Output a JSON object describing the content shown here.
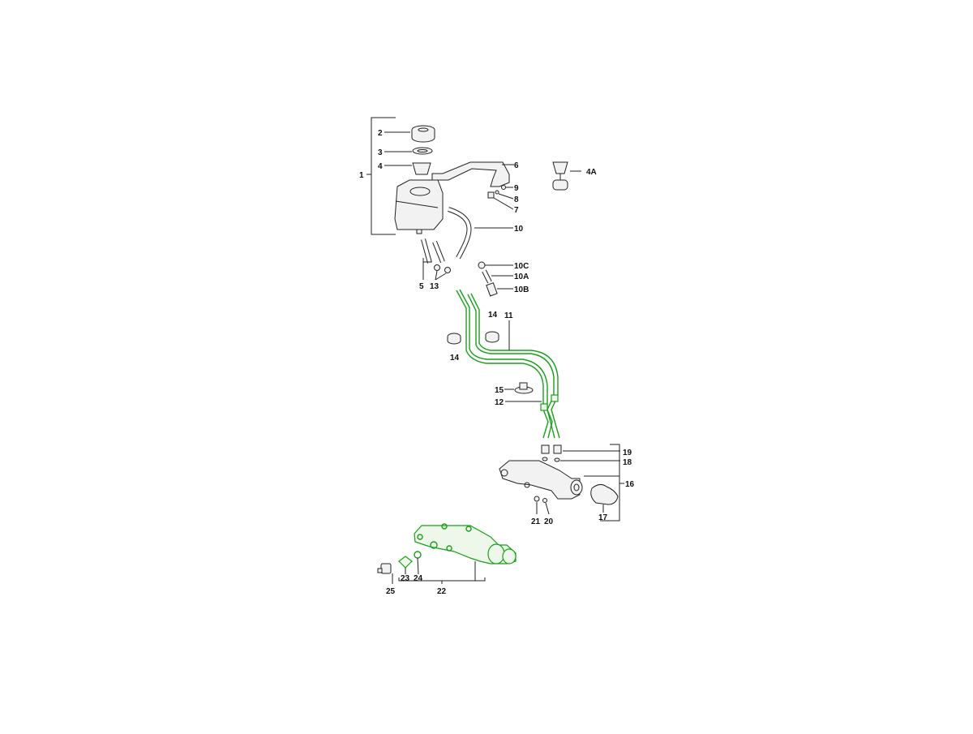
{
  "diagram": {
    "title": "Brake master cylinder and fluid reservoir parts diagram",
    "highlight_color": "#1aa01a",
    "labels": {
      "p1": "1",
      "p2": "2",
      "p3": "3",
      "p4": "4",
      "p4a": "4A",
      "p5": "5",
      "p6": "6",
      "p7": "7",
      "p8": "8",
      "p9": "9",
      "p10": "10",
      "p10a": "10A",
      "p10b": "10B",
      "p10c": "10C",
      "p11": "11",
      "p12": "12",
      "p13": "13",
      "p14": "14",
      "p15": "15",
      "p16": "16",
      "p17": "17",
      "p18": "18",
      "p19": "19",
      "p20": "20",
      "p21": "21",
      "p22": "22",
      "p23": "23",
      "p24": "24",
      "p25": "25"
    }
  }
}
